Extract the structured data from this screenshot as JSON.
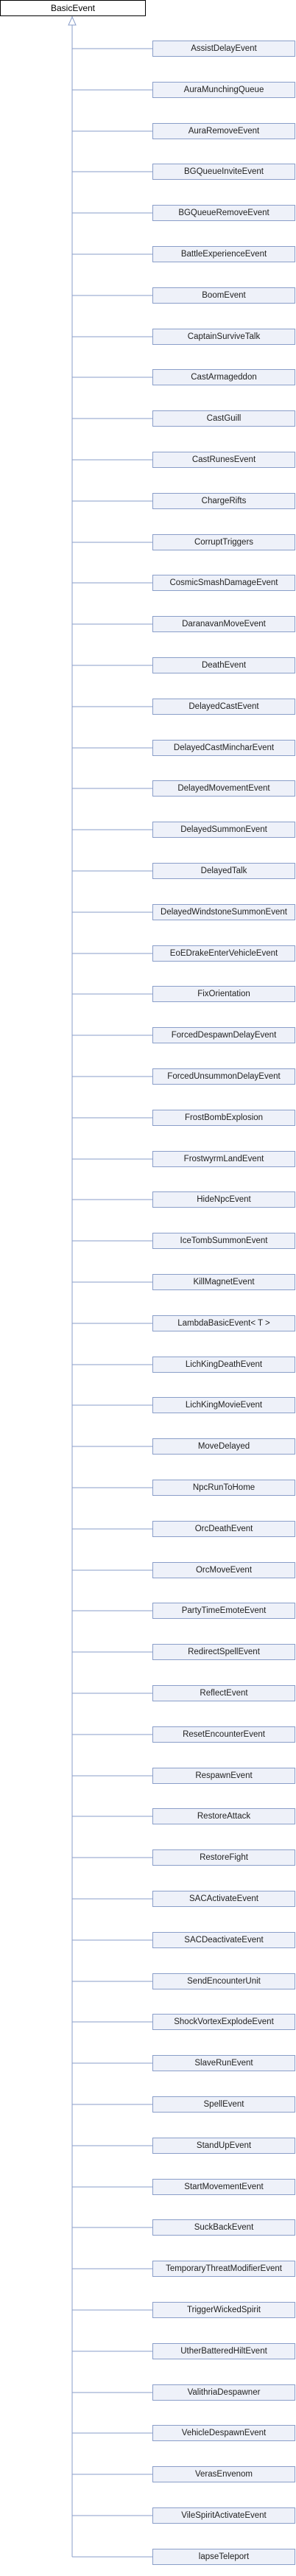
{
  "root": {
    "label": "BasicEvent"
  },
  "children": [
    "AssistDelayEvent",
    "AuraMunchingQueue",
    "AuraRemoveEvent",
    "BGQueueInviteEvent",
    "BGQueueRemoveEvent",
    "BattleExperienceEvent",
    "BoomEvent",
    "CaptainSurviveTalk",
    "CastArmageddon",
    "CastGuill",
    "CastRunesEvent",
    "ChargeRifts",
    "CorruptTriggers",
    "CosmicSmashDamageEvent",
    "DaranavanMoveEvent",
    "DeathEvent",
    "DelayedCastEvent",
    "DelayedCastMincharEvent",
    "DelayedMovementEvent",
    "DelayedSummonEvent",
    "DelayedTalk",
    "DelayedWindstoneSummonEvent",
    "EoEDrakeEnterVehicleEvent",
    "FixOrientation",
    "ForcedDespawnDelayEvent",
    "ForcedUnsummonDelayEvent",
    "FrostBombExplosion",
    "FrostwyrmLandEvent",
    "HideNpcEvent",
    "IceTombSummonEvent",
    "KillMagnetEvent",
    "LambdaBasicEvent< T >",
    "LichKingDeathEvent",
    "LichKingMovieEvent",
    "MoveDelayed",
    "NpcRunToHome",
    "OrcDeathEvent",
    "OrcMoveEvent",
    "PartyTimeEmoteEvent",
    "RedirectSpellEvent",
    "ReflectEvent",
    "ResetEncounterEvent",
    "RespawnEvent",
    "RestoreAttack",
    "RestoreFight",
    "SACActivateEvent",
    "SACDeactivateEvent",
    "SendEncounterUnit",
    "ShockVortexExplodeEvent",
    "SlaveRunEvent",
    "SpellEvent",
    "StandUpEvent",
    "StartMovementEvent",
    "SuckBackEvent",
    "TemporaryThreatModifierEvent",
    "TriggerWickedSpirit",
    "UtherBatteredHiltEvent",
    "ValithriaDespawner",
    "VehicleDespawnEvent",
    "VerasEnvenom",
    "VileSpiritActivateEvent",
    "lapseTeleport"
  ],
  "colors": {
    "edge": "#8a9ec9",
    "node_fill": "#eef1f9",
    "root_border": "#000000"
  }
}
